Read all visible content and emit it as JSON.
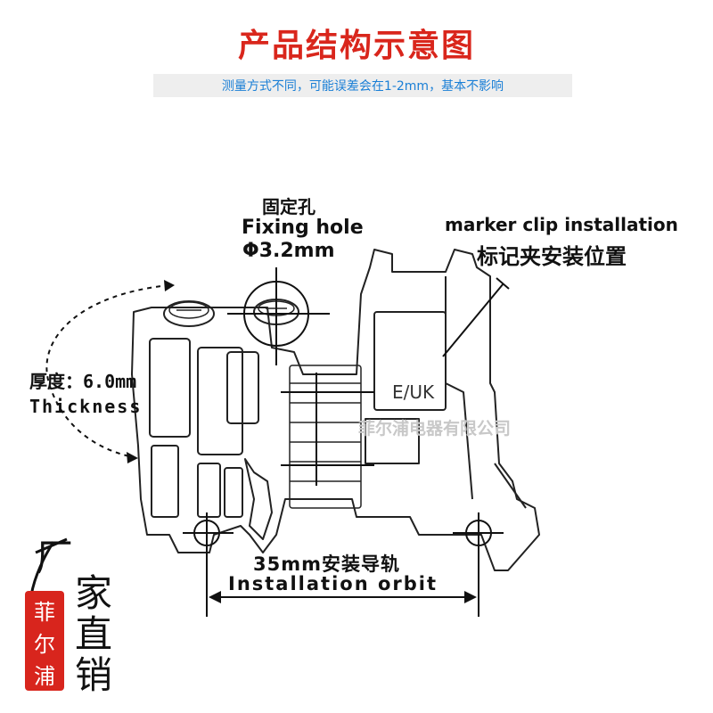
{
  "title": "产品结构示意图",
  "subtitle": "测量方式不同，可能误差会在1-2mm，基本不影响",
  "fixing_hole": {
    "cn": "固定孔",
    "en": "Fixing hole",
    "size": "Φ3.2mm"
  },
  "marker_clip": {
    "en": "marker clip installation",
    "cn": "标记夹安装位置"
  },
  "thickness": {
    "cn": "厚度：6.0mm",
    "en": "Thickness"
  },
  "rail": {
    "cn": "35mm安装导轨",
    "en": "Installation orbit"
  },
  "part_marking": "E/UK",
  "watermark": "菲尔浦电器有限公司",
  "brand_stamp": [
    "菲",
    "尔",
    "浦"
  ],
  "handwriting": [
    "厂",
    "家",
    "直",
    "销"
  ],
  "colors": {
    "title": "#d9261c",
    "subtitle": "#1a7fd6",
    "stamp": "#d8251d"
  }
}
